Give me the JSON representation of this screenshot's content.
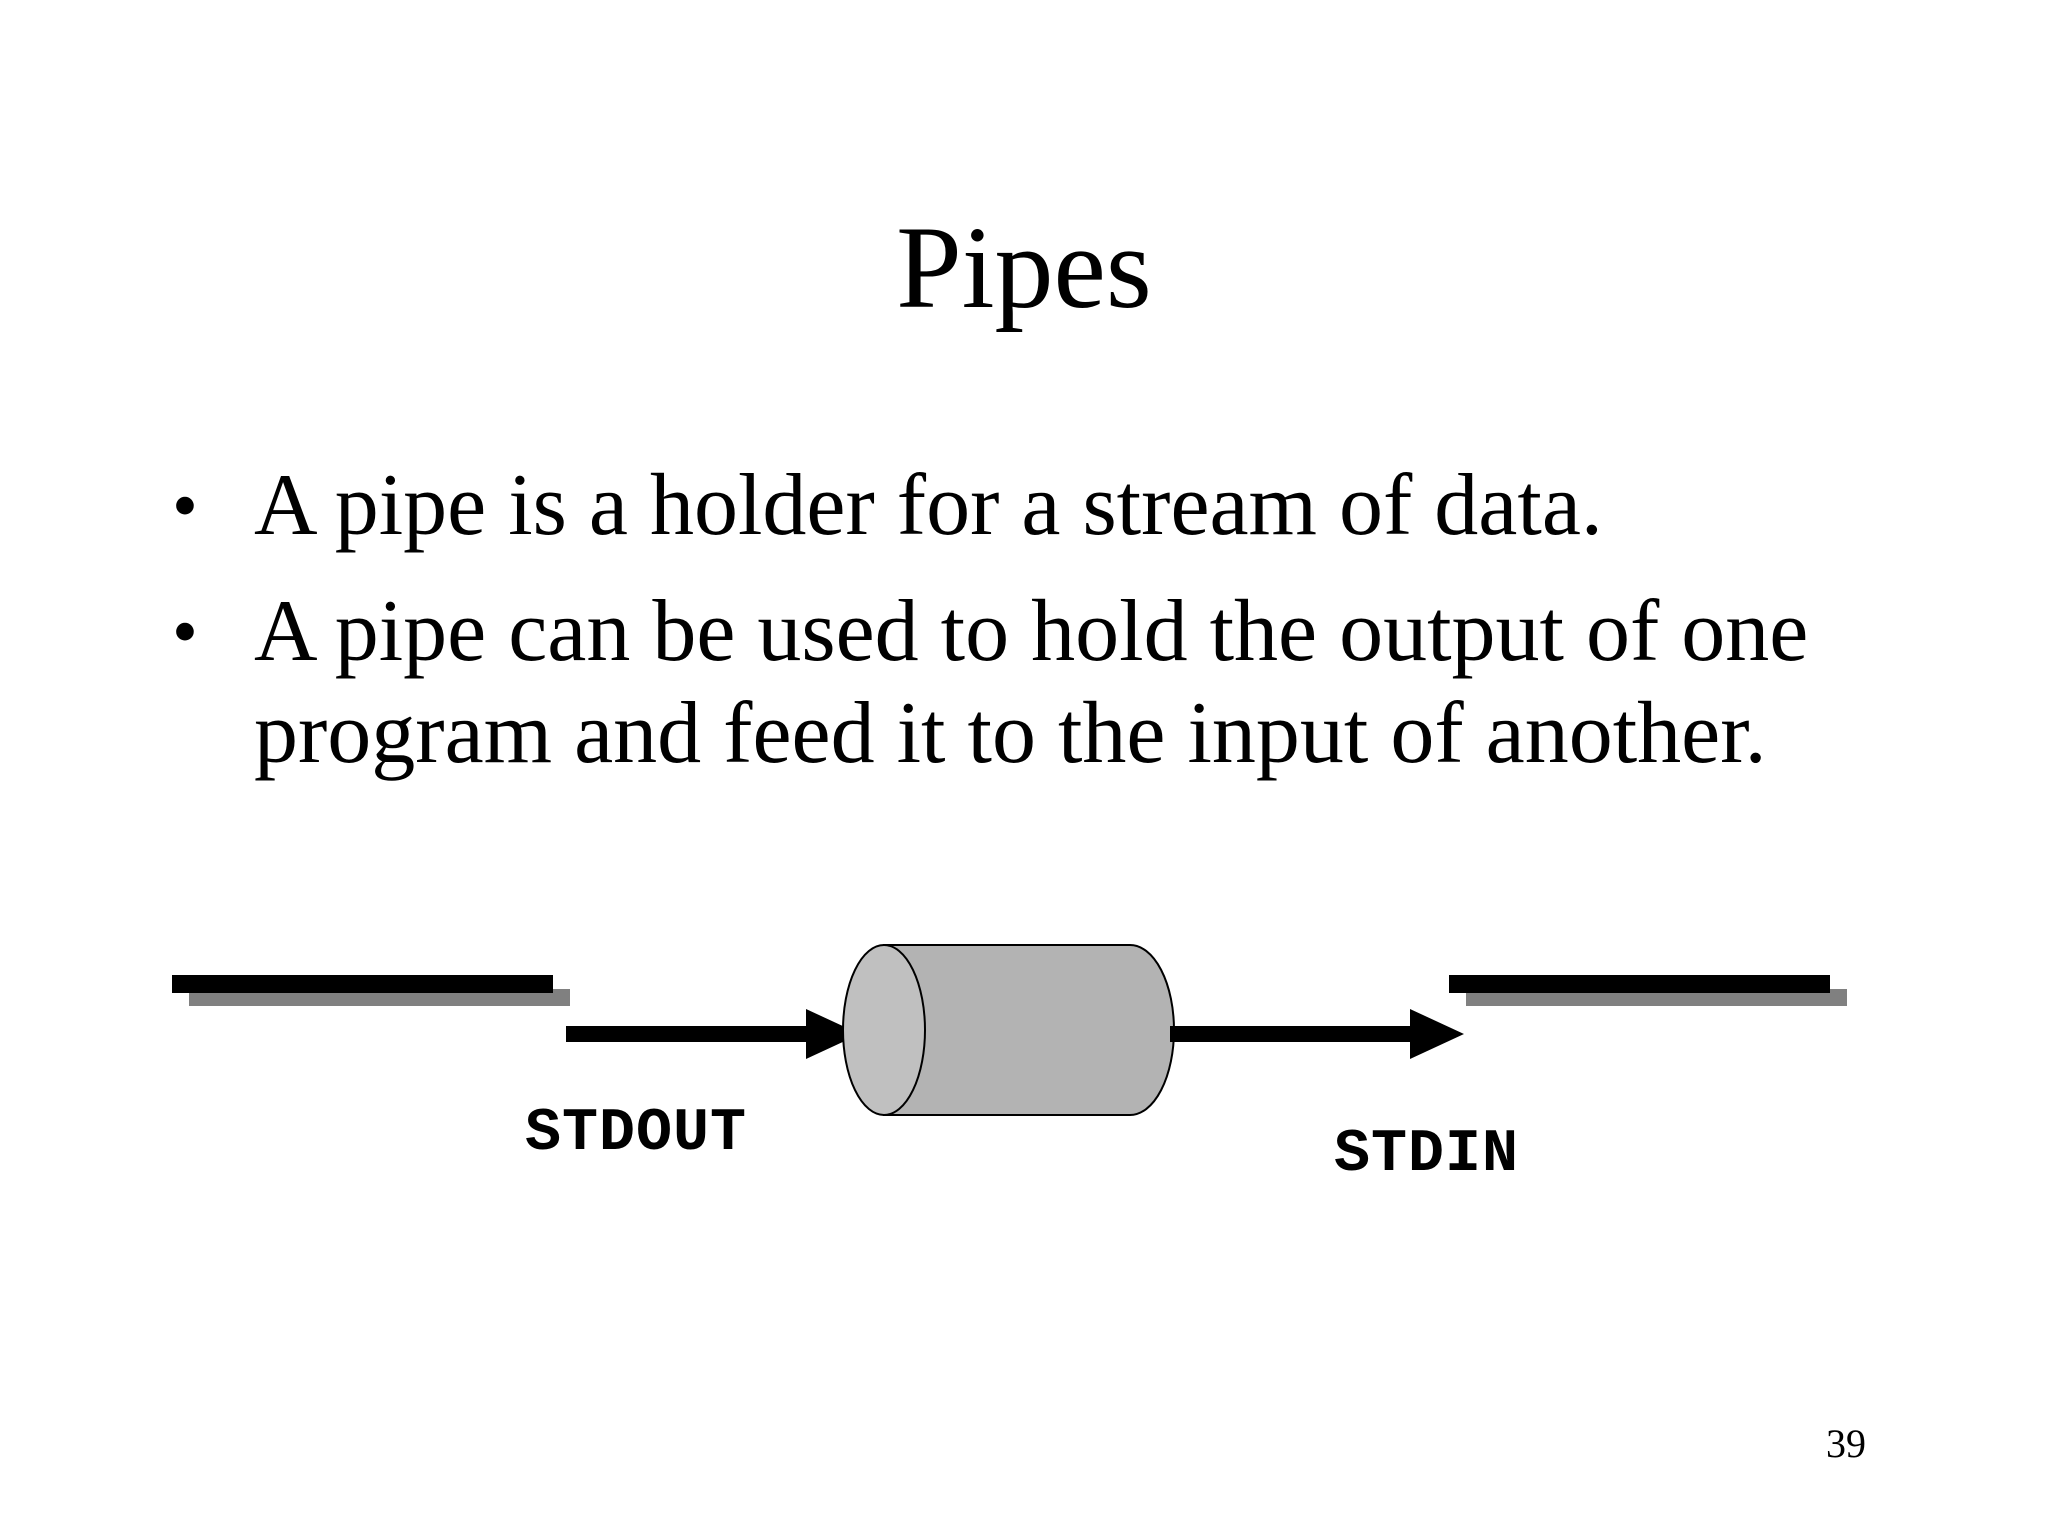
{
  "slide": {
    "title": "Pipes",
    "bullets": [
      {
        "marker": "•",
        "text": "A pipe is a holder for a stream of data."
      },
      {
        "marker": "•",
        "text": "A pipe can be used to hold the output of one program and feed it to the input of another."
      }
    ],
    "diagram": {
      "labels": {
        "stdout": "STDOUT",
        "stdin": "STDIN"
      },
      "colors": {
        "bar": "#000000",
        "bar_shadow": "#808080",
        "pipe_body": "#b3b3b3",
        "pipe_end": "#c0c0c0",
        "arrow": "#000000"
      }
    },
    "page_number": "39"
  }
}
